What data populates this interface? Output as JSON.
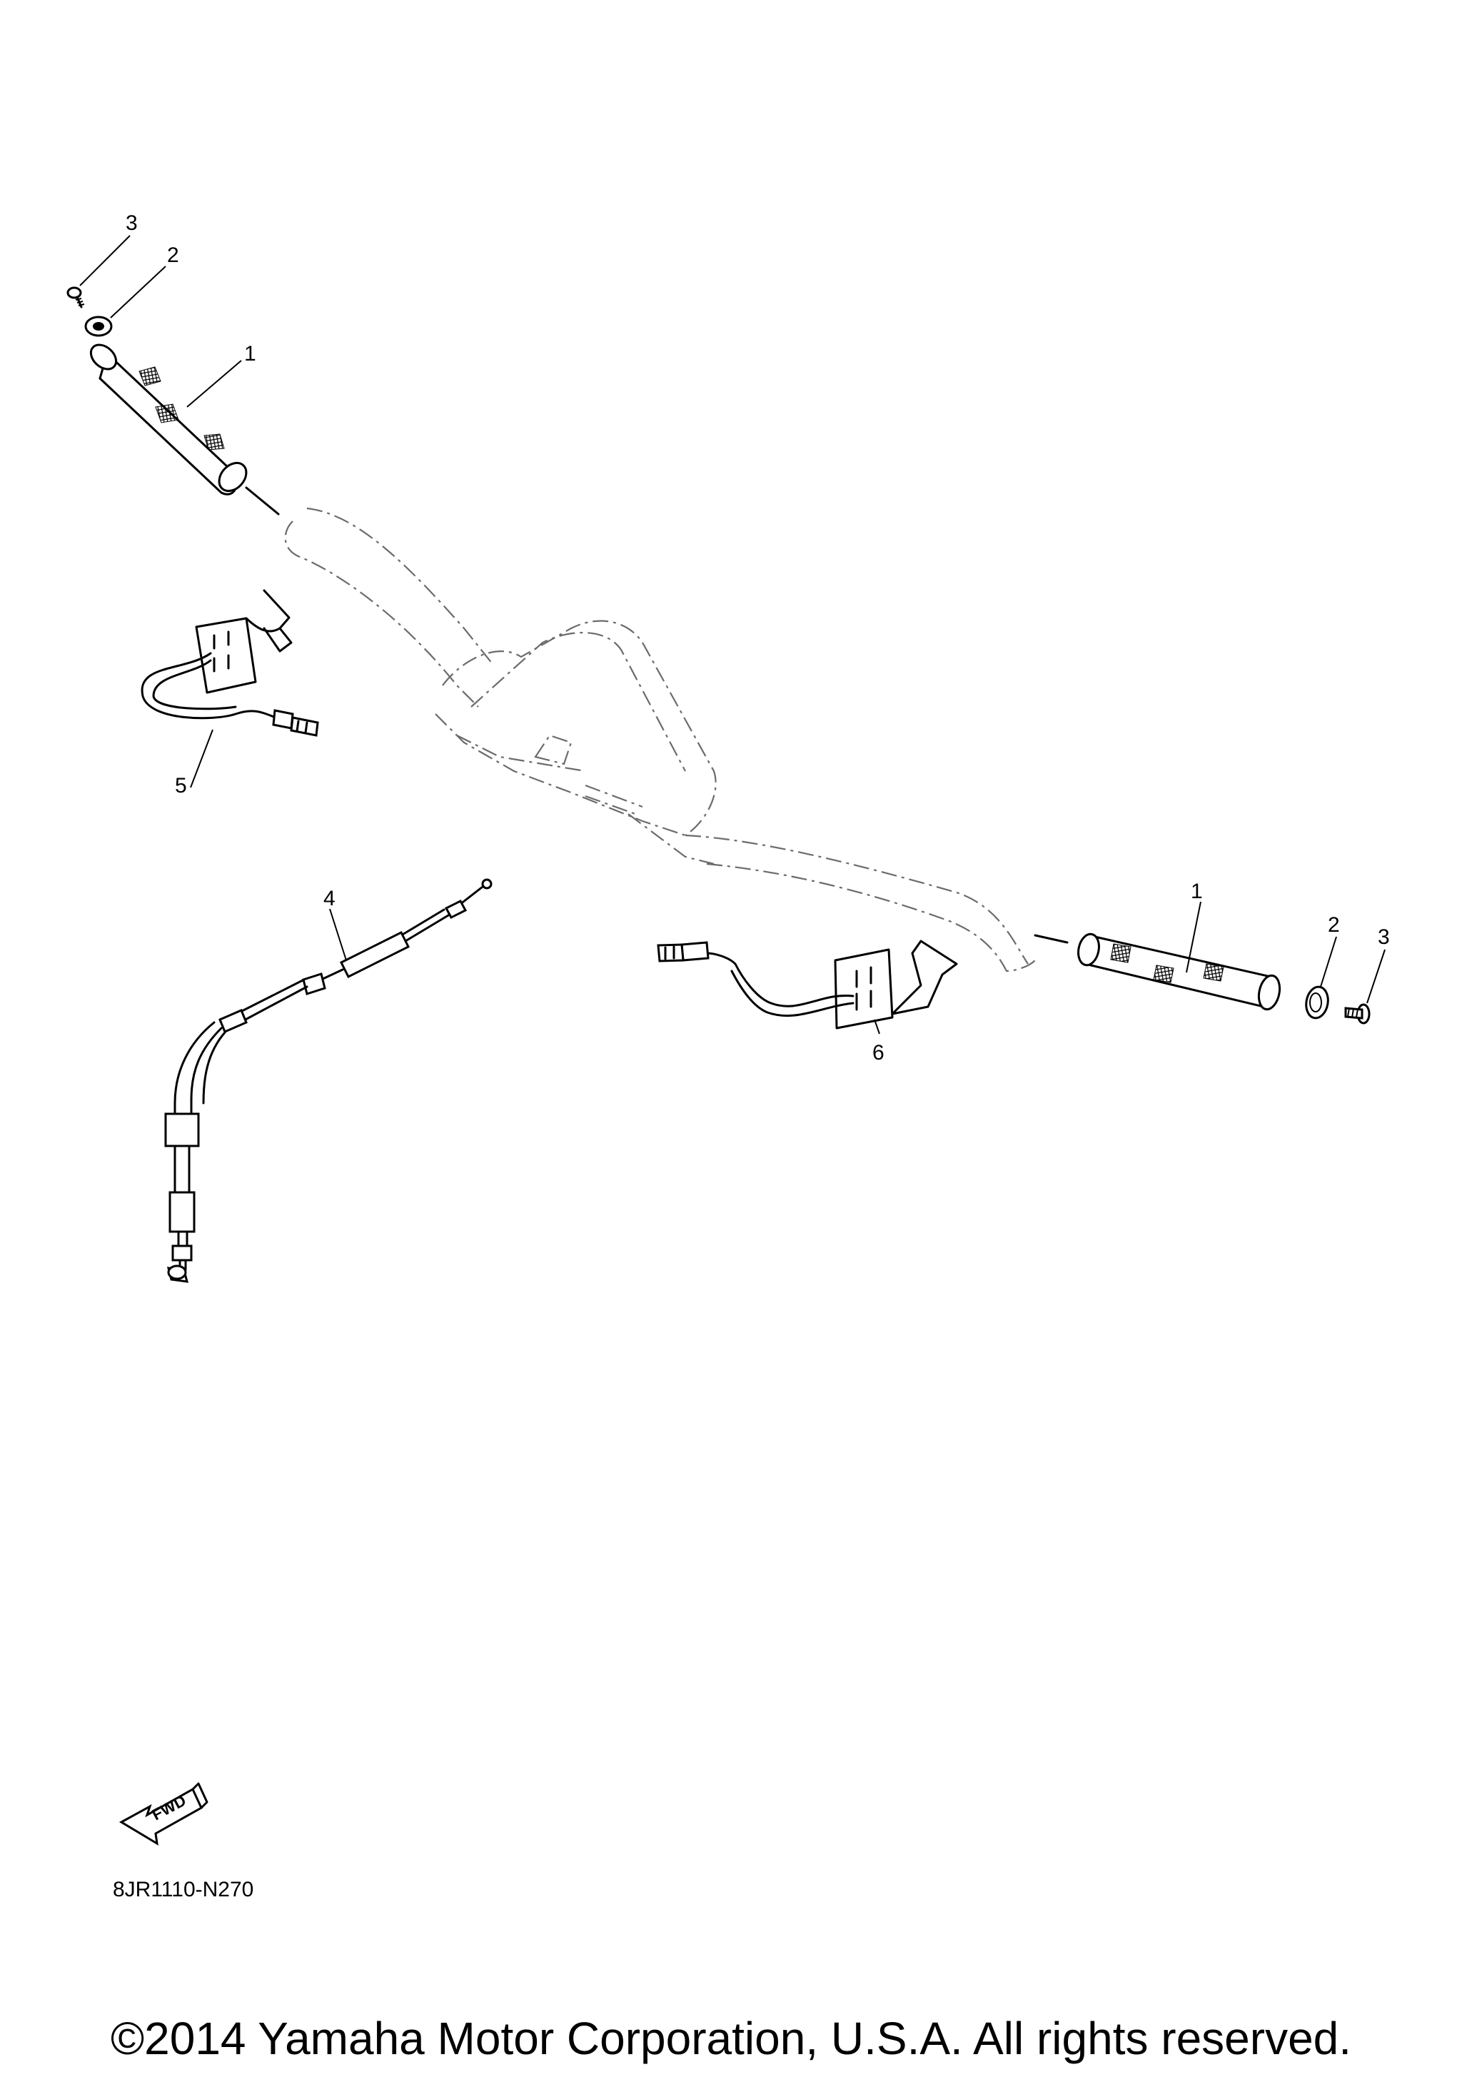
{
  "callouts": {
    "grip_left": "1",
    "grip_right": "1",
    "cap_left": "2",
    "cap_right": "2",
    "screw_left": "3",
    "screw_right": "3",
    "cable": "4",
    "heater_left": "5",
    "heater_right": "6"
  },
  "direction_badge": "FWD",
  "drawing_code": "8JR1110-N270",
  "copyright": "©2014 Yamaha Motor Corporation, U.S.A. All rights reserved."
}
